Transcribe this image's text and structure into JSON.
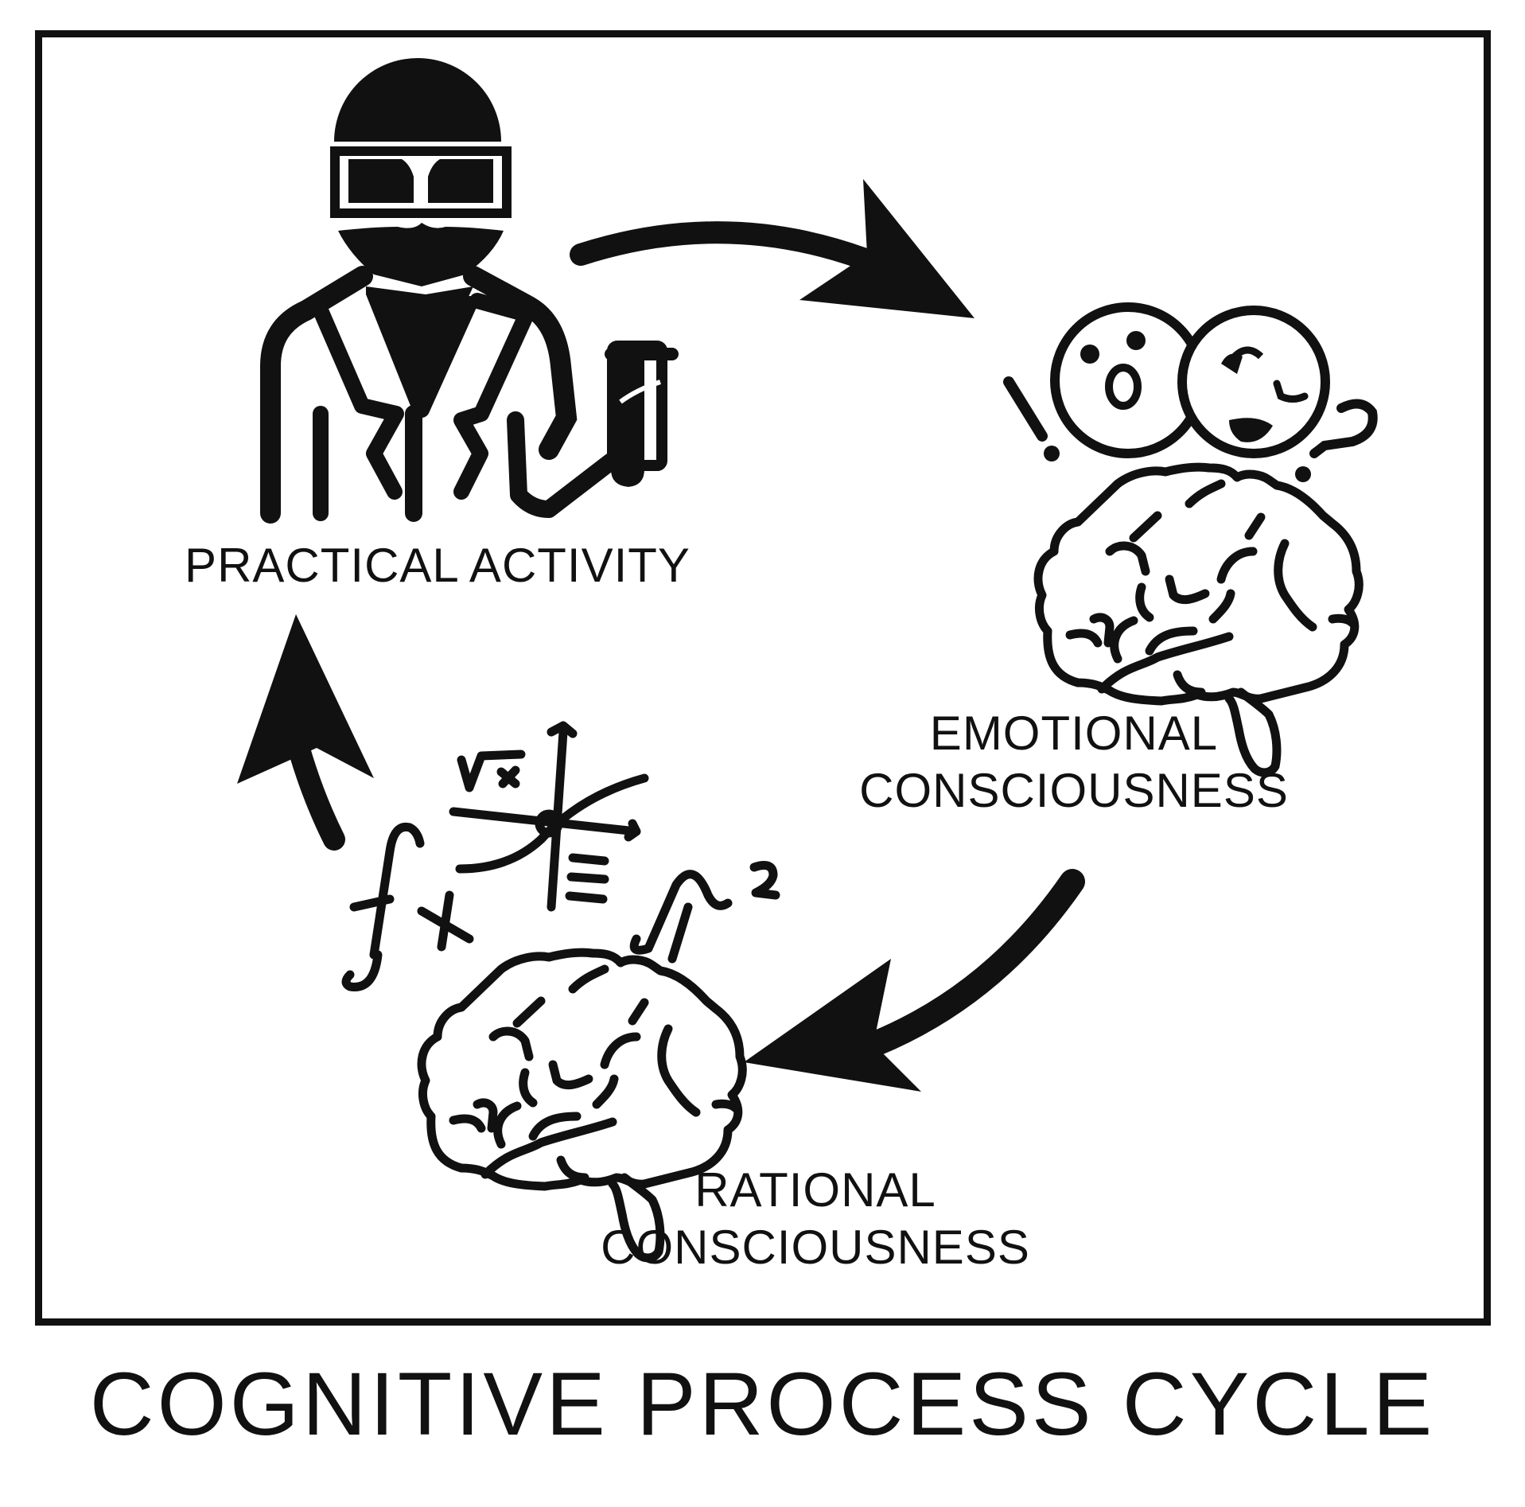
{
  "title": "COGNITIVE PROCESS CYCLE",
  "nodes": {
    "practical": {
      "line1": "PRACTICAL ACTIVITY",
      "icon": "scientist-icon"
    },
    "emotional": {
      "line1": "EMOTIONAL",
      "line2": "CONSCIOUSNESS",
      "icon": "emotional-brain-icon"
    },
    "rational": {
      "line1": "RATIONAL",
      "line2": "CONSCIOUSNESS",
      "icon": "rational-brain-icon"
    }
  },
  "math_symbols": {
    "integral": "f",
    "times": "×",
    "sqrt": "√",
    "identical": "≡",
    "lambda": "λ",
    "squared": "2"
  },
  "emotion_symbols": {
    "exclaim": "!",
    "question": "?"
  },
  "colors": {
    "ink": "#111111",
    "background": "#ffffff"
  }
}
